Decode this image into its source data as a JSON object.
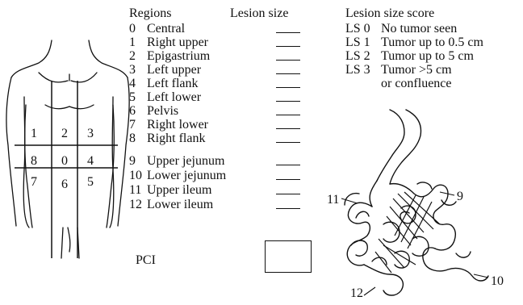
{
  "headers": {
    "regions": "Regions",
    "lesion_size": "Lesion size",
    "lesion_size_score": "Lesion size score"
  },
  "regions": [
    {
      "num": "0",
      "name": "Central"
    },
    {
      "num": "1",
      "name": "Right upper"
    },
    {
      "num": "2",
      "name": "Epigastrium"
    },
    {
      "num": "3",
      "name": "Left upper"
    },
    {
      "num": "4",
      "name": "Left flank"
    },
    {
      "num": "5",
      "name": "Left lower"
    },
    {
      "num": "6",
      "name": "Pelvis"
    },
    {
      "num": "7",
      "name": "Right lower"
    },
    {
      "num": "8",
      "name": "Right flank"
    },
    {
      "num": "9",
      "name": "Upper jejunum"
    },
    {
      "num": "10",
      "name": "Lower jejunum"
    },
    {
      "num": "11",
      "name": "Upper ileum"
    },
    {
      "num": "12",
      "name": "Lower ileum"
    }
  ],
  "scores": [
    {
      "code": "LS 0",
      "text": "No tumor seen"
    },
    {
      "code": "LS 1",
      "text": "Tumor up to 0.5 cm"
    },
    {
      "code": "LS 2",
      "text": "Tumor up to 5 cm"
    },
    {
      "code": "LS 3",
      "text": "Tumor >5 cm"
    },
    {
      "code": "",
      "text": "or confluence"
    }
  ],
  "pci_label": "PCI",
  "grid_labels": [
    "1",
    "2",
    "3",
    "8",
    "0",
    "4",
    "7",
    "6",
    "5"
  ],
  "bowel_labels": {
    "upper_jejunum": "9",
    "lower_jejunum": "10",
    "upper_ileum": "11",
    "lower_ileum": "12"
  }
}
